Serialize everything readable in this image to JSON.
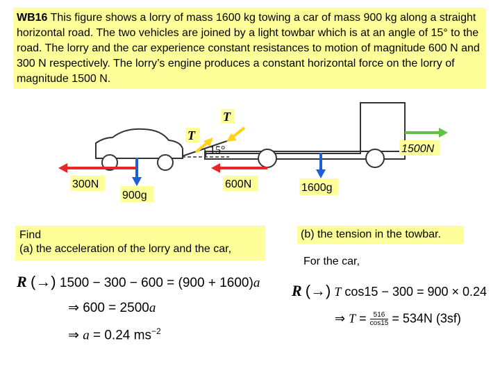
{
  "problem": {
    "label": "WB16",
    "text": " This figure shows a lorry of mass 1600 kg towing a car of mass 900 kg along a straight horizontal road. The two vehicles are joined by a light towbar which is at an angle of 15° to the road. The lorry and the car experience constant resistances to motion of magnitude 600 N and 300 N respectively. The lorry’s engine produces a constant horizontal force on the lorry of magnitude 1500 N."
  },
  "figure": {
    "tension_upper": "T",
    "tension_lower": "T",
    "angle": "15°",
    "engine_force": "1500N",
    "car_resistance": "300N",
    "car_weight": "900g",
    "lorry_resistance": "600N",
    "lorry_weight": "1600g",
    "colors": {
      "red": "#e8262a",
      "green": "#5ec243",
      "blue": "#1f5fd6",
      "yellow": "#ffd21a",
      "label_bg": "#ffff99"
    }
  },
  "part_a": {
    "find_label": "Find",
    "question": "(a) the acceleration of the lorry and the car,",
    "r_label": "R",
    "eq1_left": "1500 − 300 − 600 = (900 + 1600)",
    "eq1_var": "a",
    "eq2": "600 = 2500",
    "eq2_var": "a",
    "eq3_var": "a",
    "eq3_value": " = 0.24 ms",
    "eq3_exp": "−2"
  },
  "part_b": {
    "question": "(b) the tension in the towbar.",
    "for_car": "For the car,",
    "r_label": "R",
    "eq1_var": "T",
    "eq1_rest": " cos15 − 300 = 900 × 0.24",
    "eq2_var": "T",
    "frac_num": "516",
    "frac_den": "cos15",
    "eq2_result": " = 534N (3sf)"
  }
}
